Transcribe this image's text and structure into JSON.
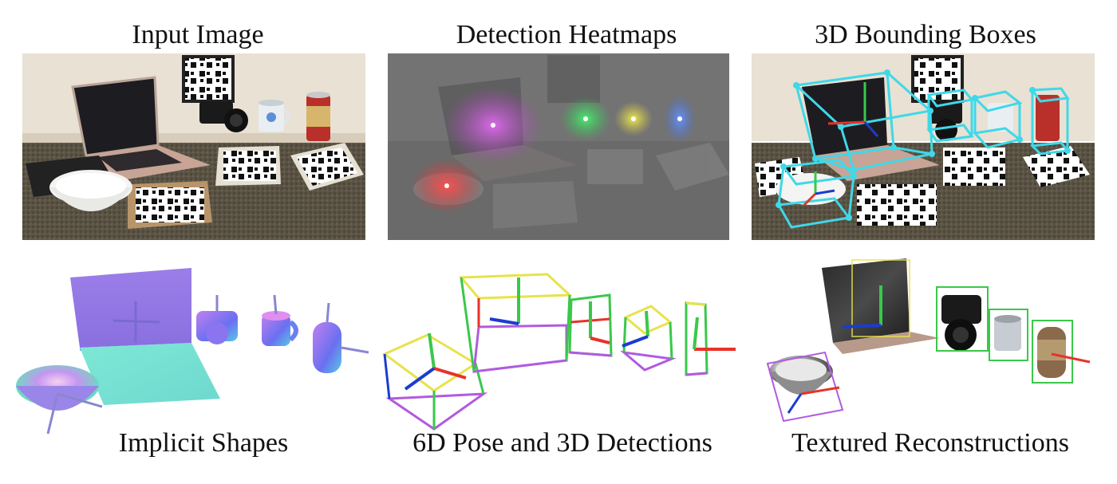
{
  "captions": {
    "input": "Input Image",
    "heatmaps": "Detection Heatmaps",
    "bboxes": "3D Bounding Boxes",
    "shapes": "Implicit Shapes",
    "pose": "6D Pose and 3D Detections",
    "textured": "Textured Reconstructions"
  },
  "colors": {
    "heat_magenta": "#d24ee0",
    "heat_green": "#38e060",
    "heat_yellow": "#e8e24a",
    "heat_blue": "#5a86ff",
    "heat_red": "#ff4a4a",
    "bbox_cyan": "#3fd8e8",
    "axis_x": "#e8322a",
    "axis_y": "#3ac84a",
    "axis_z": "#1c3ccf"
  }
}
